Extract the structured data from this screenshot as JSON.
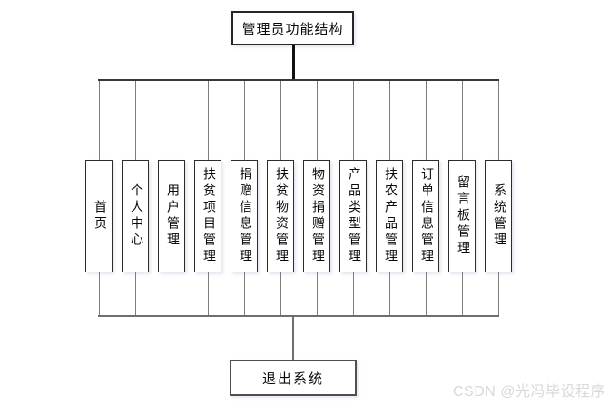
{
  "diagram": {
    "root_label": "管理员功能结构",
    "branch_labels": [
      "首页",
      "个人中心",
      "用户管理",
      "扶贫项目管理",
      "捐赠信息管理",
      "扶贫物资管理",
      "物资捐赠管理",
      "产品类型管理",
      "扶农产品管理",
      "订单信息管理",
      "留言板管理",
      "系统管理"
    ],
    "exit_label": "退出系统"
  },
  "watermark": {
    "text": "CSDN @光冯毕设程序"
  },
  "colors": {
    "box_border": "#2c2c2c",
    "connector_light": "#7d7d7d",
    "connector_dark": "#383838",
    "text": "#0a0a0a",
    "watermark": "#d8d8d8"
  }
}
